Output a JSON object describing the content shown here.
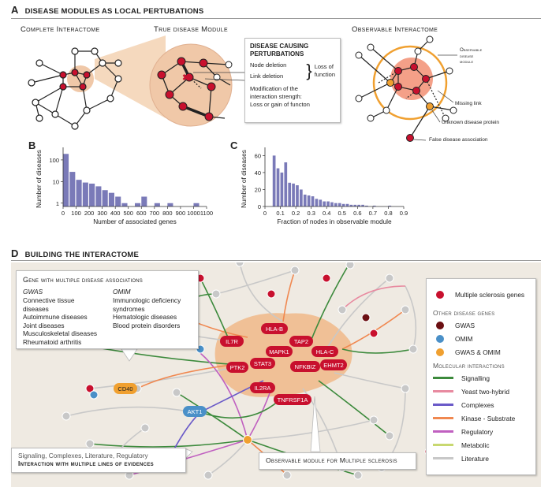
{
  "panel_a": {
    "letter": "A",
    "title": "DISEASE MODULES AS LOCAL PERTUBATIONS",
    "label_complete": "Complete Interactome",
    "label_true": "True disease Module",
    "label_observable": "Observable Interactome",
    "box_title_1": "DISEASE CAUSING",
    "box_title_2": "PERTURBATIONS",
    "node_deletion": "Node deletion",
    "link_deletion": "Link deletion",
    "loss_of": "Loss of",
    "function": "function",
    "modification_1": "Modification of the",
    "modification_2": "interaction strength:",
    "modification_3": "Loss or gain of functon",
    "observable_module_1": "Observable",
    "observable_module_2": "disease",
    "observable_module_3": "module",
    "missing_link": "Missing link",
    "unknown_protein": "Unknown disease protein",
    "false_association": "False disease association"
  },
  "chart_data": [
    {
      "type": "bar",
      "panel": "B",
      "x_bin_starts": [
        0,
        50,
        100,
        150,
        200,
        250,
        300,
        350,
        400,
        450,
        550,
        600,
        700,
        800,
        1000
      ],
      "values": [
        190,
        28,
        12,
        9,
        8,
        6,
        4,
        3,
        2,
        1,
        1,
        2,
        1,
        1,
        1
      ],
      "xlabel": "Number of associated genes",
      "ylabel": "Number of diseases",
      "x_ticks": [
        "0",
        "100",
        "200",
        "300",
        "400",
        "500",
        "600",
        "700",
        "800",
        "900",
        "1000",
        "1100"
      ],
      "y_ticks": [
        "1",
        "10",
        "100"
      ],
      "yscale": "log",
      "xlim": [
        0,
        1100
      ],
      "ylim": [
        0.7,
        250
      ]
    },
    {
      "type": "bar",
      "panel": "C",
      "x_bin_starts": [
        0.05,
        0.075,
        0.1,
        0.125,
        0.15,
        0.175,
        0.2,
        0.225,
        0.25,
        0.275,
        0.3,
        0.325,
        0.35,
        0.375,
        0.4,
        0.425,
        0.45,
        0.475,
        0.5,
        0.525,
        0.55,
        0.575,
        0.6,
        0.625,
        0.65,
        0.7,
        0.8
      ],
      "values": [
        60,
        45,
        40,
        52,
        28,
        27,
        25,
        20,
        14,
        13,
        12,
        9,
        8,
        6,
        6,
        5,
        4,
        4,
        3,
        3,
        2,
        2,
        2,
        2,
        1,
        1,
        1
      ],
      "xlabel": "Fraction of nodes in observable module",
      "ylabel": "Number of diseases",
      "x_ticks": [
        "0",
        "0.1",
        "0.2",
        "0.3",
        "0.4",
        "0.5",
        "0.6",
        "0.7",
        "0.8",
        "0.9"
      ],
      "y_ticks": [
        "0",
        "20",
        "40",
        "60"
      ],
      "xlim": [
        0,
        0.9
      ],
      "ylim": [
        0,
        65
      ]
    }
  ],
  "panel_b": {
    "letter": "B"
  },
  "panel_c": {
    "letter": "C"
  },
  "panel_d": {
    "letter": "D",
    "title": "BUILDING THE INTERACTOME",
    "gene_box_title": "Gene with multiple disease associations",
    "gwas_heading": "GWAS",
    "omim_heading": "OMIM",
    "gwas_items": [
      "Connective tissue diseases",
      "Autoimmune diseases",
      "Joint diseases",
      "Musculoskeletal diseases",
      "Rheumatoid arthritis"
    ],
    "omim_items": [
      "Immunologic deficiency",
      "syndromes",
      "Hematologic diseases",
      "Blood protein disorders"
    ],
    "genes": [
      "HLA-B",
      "IL7R",
      "TAP2",
      "MAPK1",
      "HLA-C",
      "PTK2",
      "STAT3",
      "NFKBIZ",
      "EHMT2",
      "IL2RA",
      "TNFRSF1A"
    ],
    "cd40": "CD40",
    "akt1": "AKT1",
    "legend_ms": "Multiple sclerosis genes",
    "legend_other_heading": "Other disease genes",
    "legend_gwas": "GWAS",
    "legend_omim": "OMIM",
    "legend_gwas_omim": "GWAS & OMIM",
    "legend_mol_heading": "Molecular interactions",
    "legend_signalling": "Signalling",
    "legend_y2h": "Yeast two-hybrid",
    "legend_complexes": "Complexes",
    "legend_kinase": "Kinase - Substrate",
    "legend_regulatory": "Regulatory",
    "legend_metabolic": "Metabolic",
    "legend_literature": "Literature",
    "bottom_left_1": "Signaling, Complexes, Literature, Regulatory",
    "bottom_left_2": "Interaction with multiple lines of evidences",
    "bottom_right": "Observable module for Multiple sclerosis"
  },
  "colors": {
    "disease_red": "#c8102e",
    "gwas_dark": "#6b0f12",
    "omim_blue": "#4a90c8",
    "gwas_omim_orange": "#f0a030",
    "signalling": "#3c8a3c",
    "y2h": "#e88aa0",
    "complexes": "#6a5ac8",
    "kinase": "#f08850",
    "regulatory": "#c060c0",
    "metabolic": "#c8d870",
    "literature": "#c8c8c8",
    "bar_fill": "#7a7ab8",
    "module_peach": "#f0b888"
  }
}
